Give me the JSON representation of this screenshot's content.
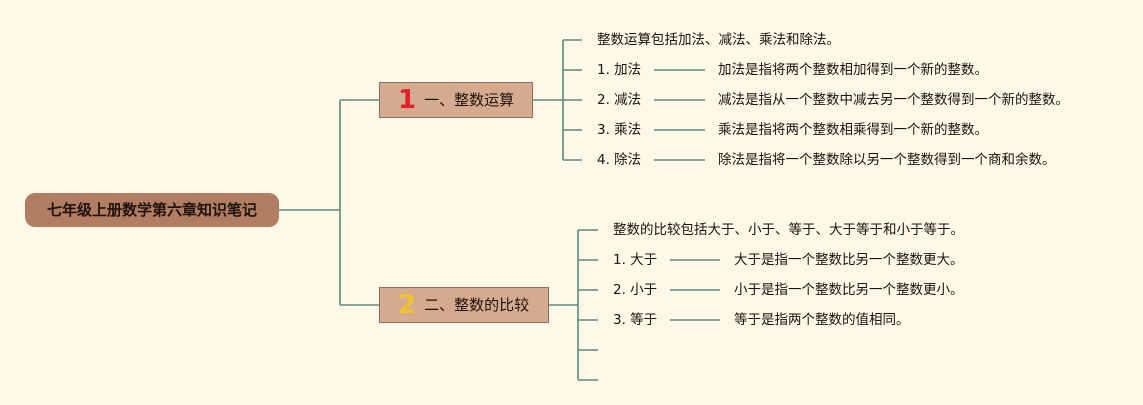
{
  "root": {
    "label": "七年级上册数学第六章知识笔记"
  },
  "branches": [
    {
      "number": "1",
      "title": "一、整数运算",
      "intro": "整数运算包括加法、减法、乘法和除法。",
      "items": [
        {
          "term": "1. 加法",
          "definition": "加法是指将两个整数相加得到一个新的整数。"
        },
        {
          "term": "2. 减法",
          "definition": "减法是指从一个整数中减去另一个整数得到一个新的整数。"
        },
        {
          "term": "3. 乘法",
          "definition": "乘法是指将两个整数相乘得到一个新的整数。"
        },
        {
          "term": "4. 除法",
          "definition": "除法是指将一个整数除以另一个整数得到一个商和余数。"
        }
      ]
    },
    {
      "number": "2",
      "title": "二、整数的比较",
      "intro": "整数的比较包括大于、小于、等于、大于等于和小于等于。",
      "items": [
        {
          "term": "1. 大于",
          "definition": "大于是指一个整数比另一个整数更大。"
        },
        {
          "term": "2. 小于",
          "definition": "小于是指一个整数比另一个整数更小。"
        },
        {
          "term": "3. 等于",
          "definition": "等于是指两个整数的值相同。"
        }
      ]
    }
  ],
  "colors": {
    "background": "#fdf8e8",
    "line": "#5b8a7a",
    "root_fill": "#b17e63",
    "branch_fill": "#d5ab8f",
    "number_1": "#e2232b",
    "number_2": "#f1c232"
  }
}
